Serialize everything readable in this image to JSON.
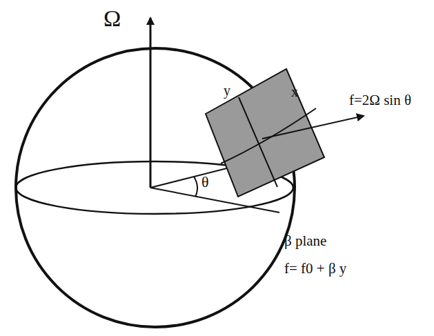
{
  "diagram": {
    "nodes": [
      {
        "text": [
          "y",
          "x"
        ]
      }
    ],
    "labels": [
      "Ω",
      "f=2Ω sin θ",
      "θ",
      "β plane",
      "f= f0 + β y"
    ]
  }
}
